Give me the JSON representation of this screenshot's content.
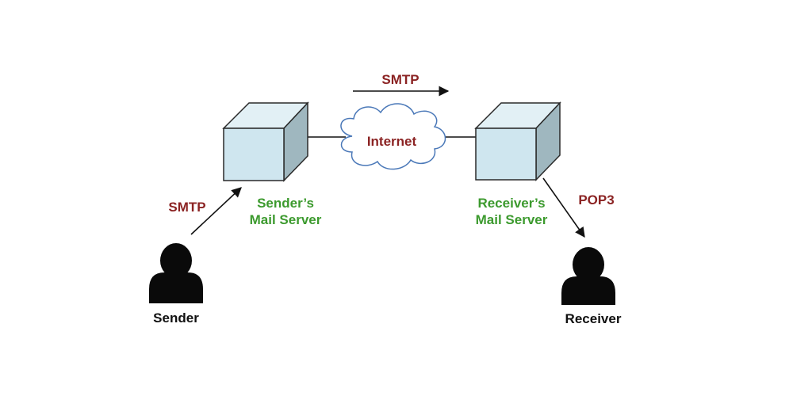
{
  "colors": {
    "protocol": "#8b2323",
    "server_label": "#3c9a2e",
    "person": "#0a0a0a",
    "person_label": "#111111",
    "line": "#111111",
    "box_front": "#cfe6ef",
    "box_top": "#e2f0f5",
    "box_side": "#9fb7bf",
    "box_stroke": "#2a2a2a",
    "cloud_fill": "#ffffff",
    "cloud_stroke": "#4a78b8"
  },
  "icons": {
    "server": "cube-icon",
    "network": "cloud-icon",
    "person": "user-silhouette-icon"
  },
  "nodes": {
    "sender": {
      "label": "Sender"
    },
    "receiver": {
      "label": "Receiver"
    },
    "sender_server": {
      "label_line1": "Sender’s",
      "label_line2": "Mail Server"
    },
    "receiver_server": {
      "label_line1": "Receiver’s",
      "label_line2": "Mail Server"
    },
    "internet": {
      "label": "Internet"
    }
  },
  "edges": {
    "sender_to_server": {
      "protocol": "SMTP"
    },
    "server_to_server": {
      "protocol": "SMTP"
    },
    "server_to_receiver": {
      "protocol": "POP3"
    }
  }
}
